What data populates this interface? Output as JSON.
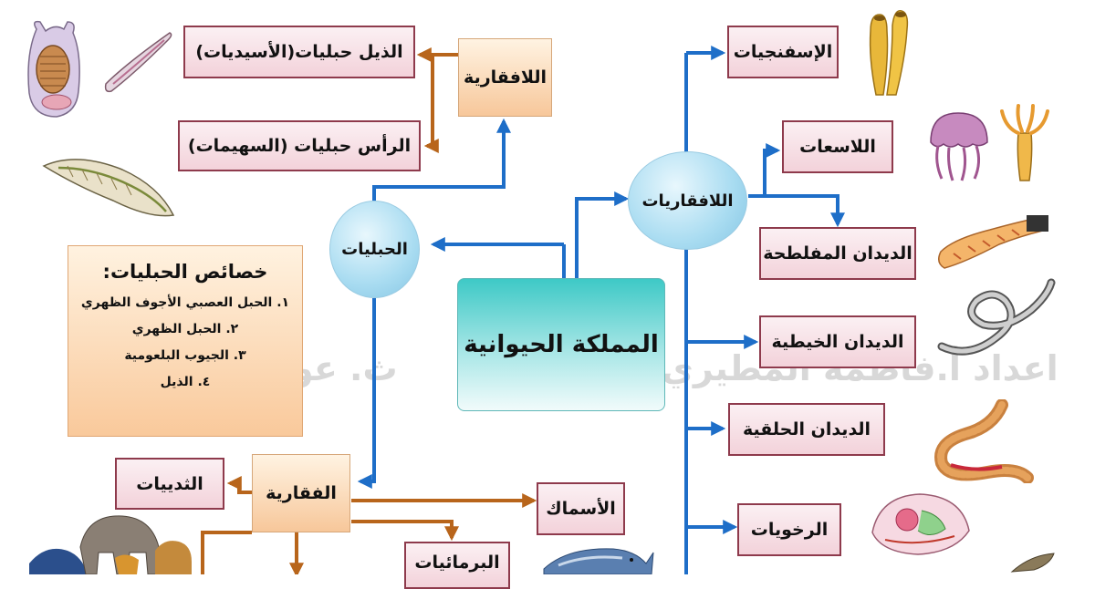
{
  "diagram": {
    "root": "المملكة الحيوانية",
    "chordates": {
      "label": "الحبليات",
      "invertebrate_chordates": {
        "label": "اللافقارية",
        "children": [
          "الذيل حبليات(الأسيديات)",
          "الرأس حبليات (السهيمات)"
        ]
      },
      "vertebrates": {
        "label": "الفقارية",
        "children": [
          "الثدييات",
          "الأسماك",
          "البرمائيات"
        ]
      }
    },
    "invertebrates": {
      "label": "اللافقاريات",
      "children": [
        "الإسفنجيات",
        "اللاسعات",
        "الديدان المفلطحة",
        "الديدان الخيطية",
        "الديدان الحلقية",
        "الرخويات"
      ]
    },
    "characteristics": {
      "title": "خصائص الحبليات:",
      "items": [
        "١. الحبل العصبي الأجوف الظهري",
        "٢. الحبل الظهري",
        "٣. الجيوب البلعومية",
        "٤. الذيل"
      ]
    },
    "watermark": {
      "right": "اعداد أ.فاطمة المطيري",
      "left": "ث. عو"
    }
  },
  "colors": {
    "orange_arrow": "#b8651b",
    "blue_arrow": "#1e6ec8",
    "box_border": "#8e3a4c"
  },
  "icons": [
    "sea-squirt-icon",
    "lancelet-icon",
    "sponge-icon",
    "jellyfish-icon",
    "flatworm-icon",
    "roundworm-icon",
    "earthworm-icon",
    "mollusk-icon",
    "mammals-icon",
    "fish-icon"
  ]
}
